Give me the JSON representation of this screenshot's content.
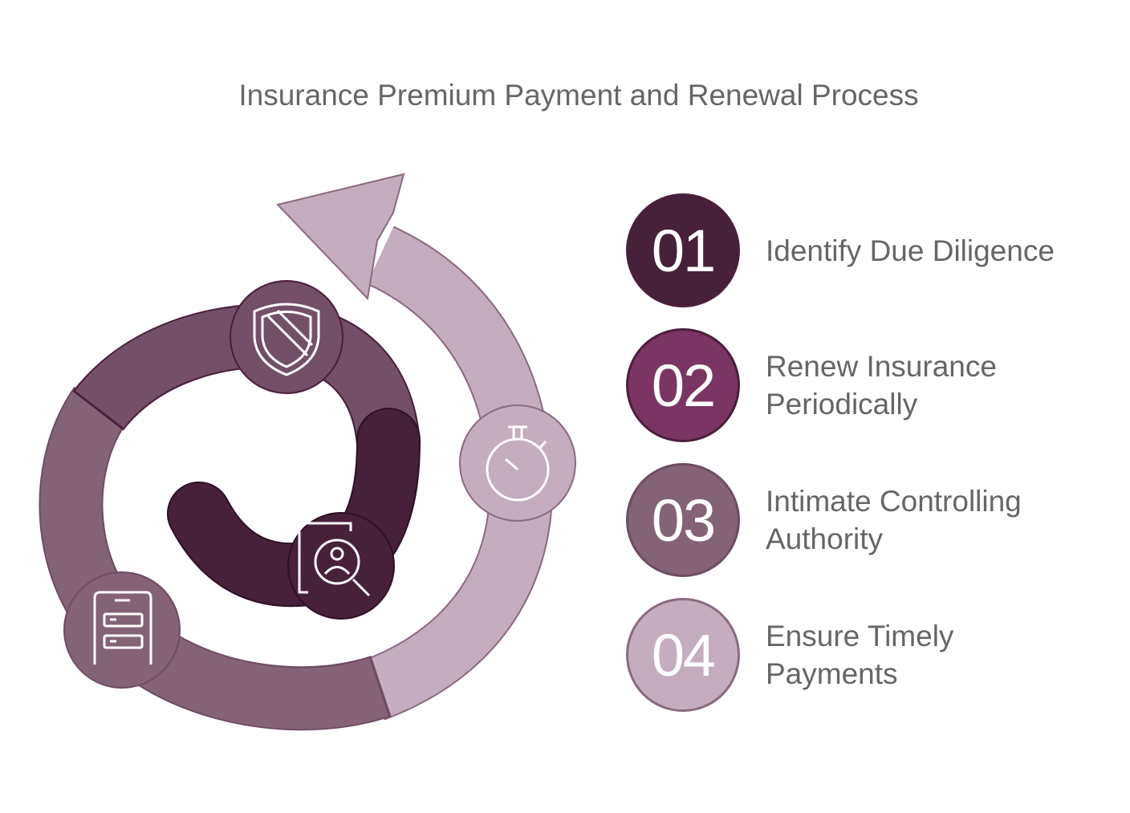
{
  "title": "Insurance Premium Payment and Renewal Process",
  "colors": {
    "step1": "#47203A",
    "step2": "#7B3562",
    "step3": "#846377",
    "step4": "#C4ADBF",
    "ring_mid": "#734F68",
    "outline": "#4a1f3c"
  },
  "steps": [
    {
      "number": "01",
      "label": "Identify Due Diligence",
      "icon": "user-search-icon"
    },
    {
      "number": "02",
      "label": "Renew Insurance Periodically",
      "icon": "shield-icon"
    },
    {
      "number": "03",
      "label": "Intimate Controlling Authority",
      "icon": "filing-cabinet-icon"
    },
    {
      "number": "04",
      "label": "Ensure Timely Payments",
      "icon": "stopwatch-icon"
    }
  ]
}
